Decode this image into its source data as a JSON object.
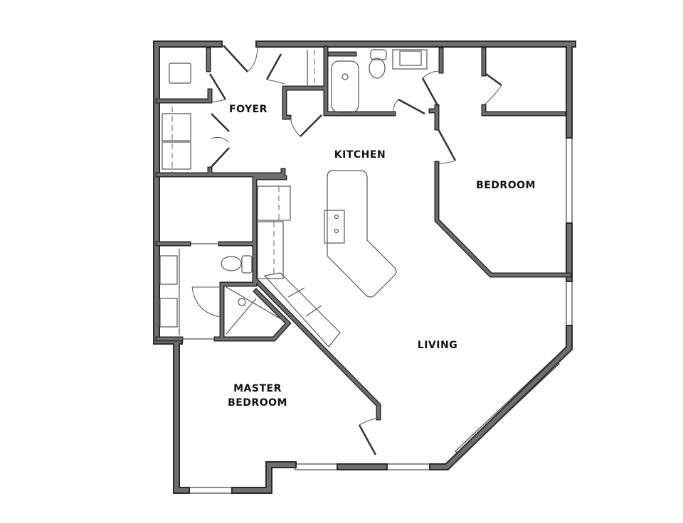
{
  "rooms": {
    "foyer": "FOYER",
    "kitchen": "KITCHEN",
    "bedroom": "BEDROOM",
    "living": "LIVING",
    "master_line1": "MASTER",
    "master_line2": "BEDROOM"
  },
  "colors": {
    "wall": "#6e6e6e",
    "wall_outline": "#2a2a2a",
    "background": "#ffffff"
  }
}
